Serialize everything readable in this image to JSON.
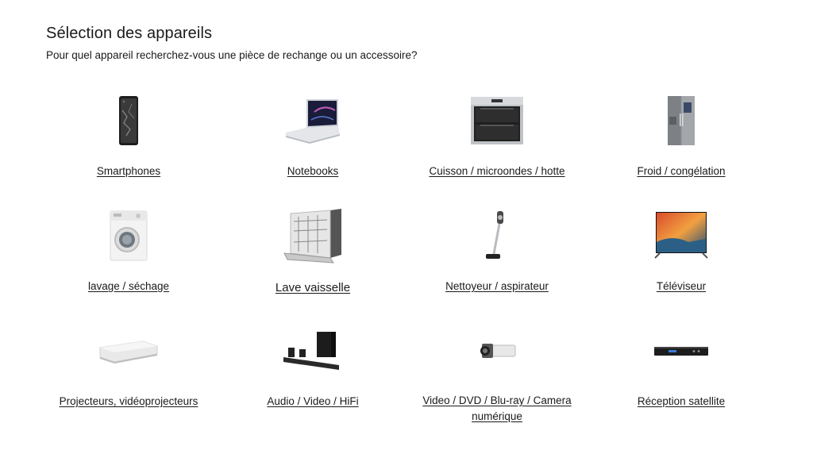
{
  "page": {
    "title": "Sélection des appareils",
    "subtitle": "Pour quel appareil recherchez-vous une pièce de rechange ou un accessoire?"
  },
  "devices": [
    {
      "label": "Smartphones",
      "icon": "smartphone-icon"
    },
    {
      "label": "Notebooks",
      "icon": "laptop-icon"
    },
    {
      "label": "Cuisson / microondes / hotte",
      "icon": "oven-icon"
    },
    {
      "label": "Froid / congélation",
      "icon": "fridge-icon"
    },
    {
      "label": "lavage / séchage",
      "icon": "washing-machine-icon"
    },
    {
      "label": "Lave vaisselle",
      "icon": "dishwasher-icon"
    },
    {
      "label": "Nettoyeur / aspirateur",
      "icon": "stick-vacuum-icon"
    },
    {
      "label": "Téléviseur",
      "icon": "tv-icon"
    },
    {
      "label": "Projecteurs, vidéoprojecteurs",
      "icon": "projector-icon"
    },
    {
      "label": "Audio / Video / HiFi",
      "icon": "soundbar-icon"
    },
    {
      "label": "Video / DVD / Blu-ray / Camera numérique",
      "icon": "camcorder-icon"
    },
    {
      "label": "Réception satellite",
      "icon": "satellite-receiver-icon"
    }
  ]
}
